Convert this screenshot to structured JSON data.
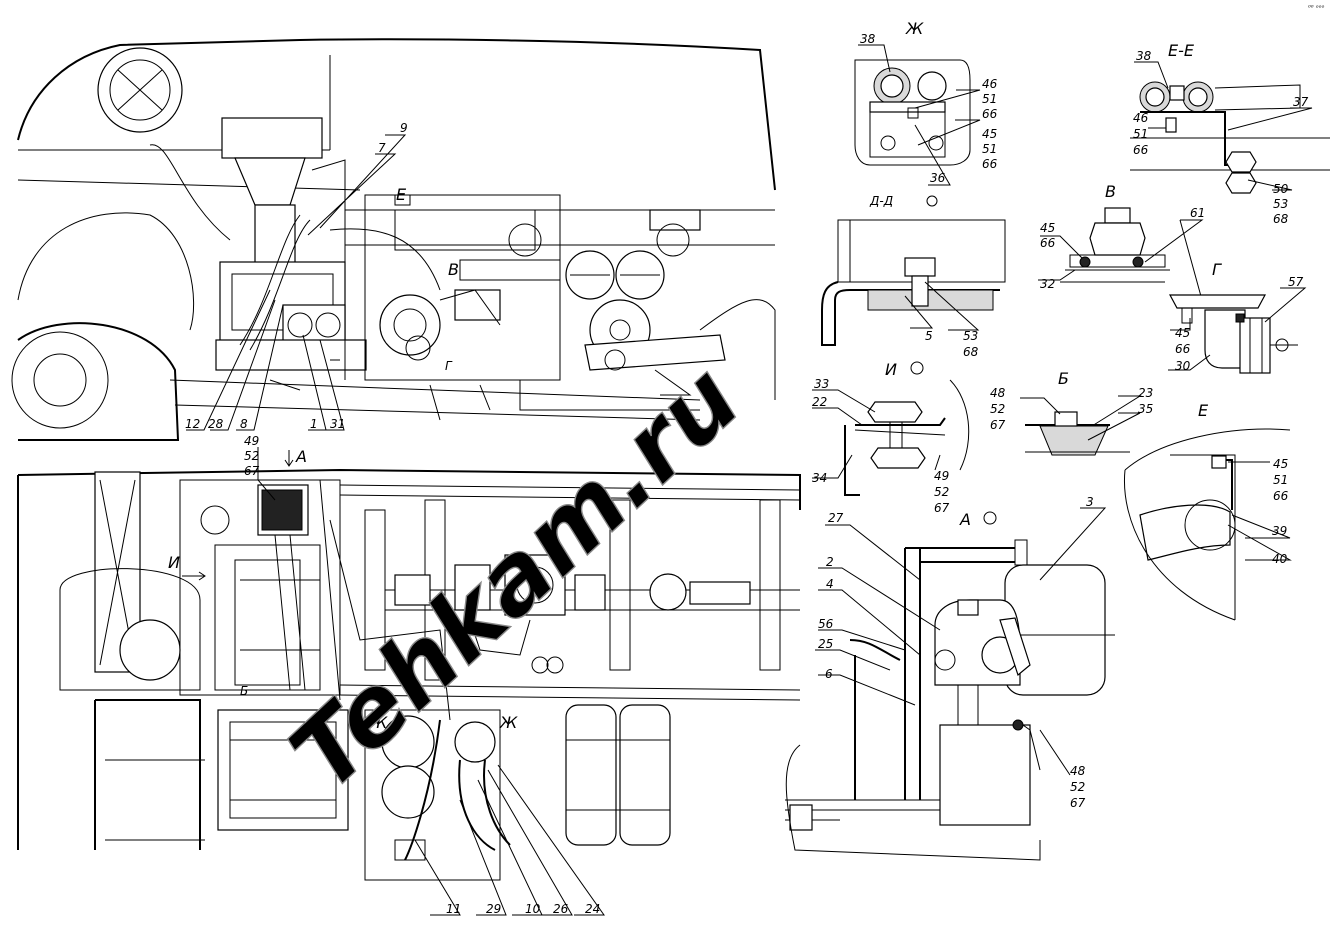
{
  "corner_mark": "⁰⁰ ᵒᵒᵒ",
  "watermark": "Tehkam.ru",
  "view_titles": [
    {
      "id": "zh",
      "text": "Ж"
    },
    {
      "id": "ee",
      "text": "Е-Е"
    },
    {
      "id": "dd",
      "text": "Д-Д"
    },
    {
      "id": "v",
      "text": "В"
    },
    {
      "id": "g",
      "text": "Г"
    },
    {
      "id": "i",
      "text": "И"
    },
    {
      "id": "b",
      "text": "Б"
    },
    {
      "id": "e",
      "text": "Е"
    },
    {
      "id": "a",
      "text": "А"
    }
  ],
  "section_marks": [
    "Е",
    "В",
    "Г",
    "А",
    "И",
    "Б",
    "Ж",
    "Ж"
  ],
  "callouts": {
    "top": [
      "9",
      "7",
      "12",
      "28",
      "8",
      "1",
      "31"
    ],
    "plan": [
      "49",
      "52",
      "67",
      "11",
      "29",
      "10",
      "26",
      "24"
    ],
    "zh": [
      "38",
      "46",
      "51",
      "66",
      "45",
      "51",
      "66",
      "36"
    ],
    "ee": [
      "38",
      "37",
      "46",
      "51",
      "66",
      "50",
      "53",
      "68"
    ],
    "dd": [
      "5",
      "53",
      "68"
    ],
    "v": [
      "45",
      "66",
      "32",
      "61"
    ],
    "g": [
      "57",
      "45",
      "66",
      "30"
    ],
    "i": [
      "33",
      "22",
      "34",
      "49",
      "52",
      "67"
    ],
    "b": [
      "48",
      "52",
      "67",
      "23",
      "35"
    ],
    "e": [
      "45",
      "51",
      "66",
      "39",
      "40"
    ],
    "a": [
      "27",
      "3",
      "2",
      "4",
      "56",
      "25",
      "6",
      "48",
      "52",
      "67"
    ]
  }
}
